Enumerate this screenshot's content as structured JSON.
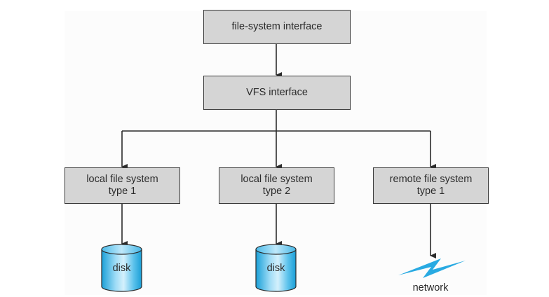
{
  "diagram": {
    "title": "",
    "nodes": {
      "fs_interface": {
        "lines": [
          "file-system interface"
        ]
      },
      "vfs_interface": {
        "lines": [
          "VFS interface"
        ]
      },
      "local_fs_1": {
        "lines": [
          "local file system",
          "type 1"
        ]
      },
      "local_fs_2": {
        "lines": [
          "local file system",
          "type 2"
        ]
      },
      "remote_fs_1": {
        "lines": [
          "remote file system",
          "type 1"
        ]
      },
      "disk_1": {
        "label": "disk",
        "icon": "disk-cylinder-icon"
      },
      "disk_2": {
        "label": "disk",
        "icon": "disk-cylinder-icon"
      },
      "network": {
        "label": "network",
        "icon": "lightning-bolt-icon"
      }
    },
    "edges": [
      {
        "from": "file-system interface",
        "to": "VFS interface"
      },
      {
        "from": "VFS interface",
        "to": "local file system type 1"
      },
      {
        "from": "VFS interface",
        "to": "local file system type 2"
      },
      {
        "from": "VFS interface",
        "to": "remote file system type 1"
      },
      {
        "from": "local file system type 1",
        "to": "disk"
      },
      {
        "from": "local file system type 2",
        "to": "disk"
      },
      {
        "from": "remote file system type 1",
        "to": "network"
      }
    ],
    "colors": {
      "box_fill": "#d5d5d5",
      "box_border": "#3a3a3a",
      "line": "#2b2b2b",
      "disk_blue": "#3cb4e6",
      "network_blue": "#29aae2",
      "text": "#2a2a2a"
    }
  }
}
